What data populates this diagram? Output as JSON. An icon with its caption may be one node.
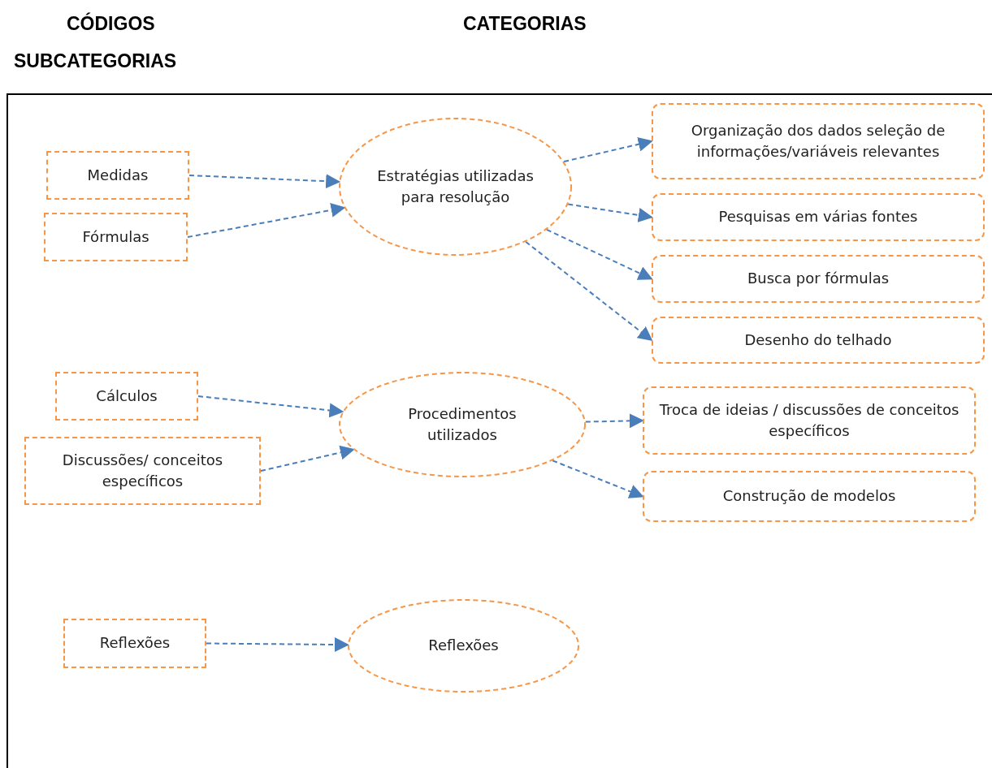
{
  "diagram": {
    "nodes": [
      {
        "text": [
          "Medidas"
        ]
      },
      {
        "text": [
          "Fórmulas"
        ]
      },
      {
        "text": [
          "Estratégias utilizadas para resolução"
        ]
      },
      {
        "text": [
          "Organização dos dados seleção de informações/variáveis relevantes"
        ]
      },
      {
        "text": [
          "Pesquisas em várias fontes"
        ]
      },
      {
        "text": [
          "Busca por fórmulas"
        ]
      },
      {
        "text": [
          "Desenho do telhado"
        ]
      },
      {
        "text": [
          "Cálculos"
        ]
      },
      {
        "text": [
          "Discussões/ conceitos específicos"
        ]
      },
      {
        "text": [
          "Procedimentos utilizados"
        ]
      },
      {
        "text": [
          "Troca de ideias / discussões de conceitos específicos"
        ]
      },
      {
        "text": [
          "Construção de modelos"
        ]
      },
      {
        "text": [
          "Reflexões"
        ]
      },
      {
        "text": [
          "Reflexões"
        ]
      }
    ],
    "edges": [
      {
        "from": 0,
        "to": 2,
        "arrow": "to",
        "style": "dashed"
      },
      {
        "from": 1,
        "to": 2,
        "arrow": "to",
        "style": "dashed"
      },
      {
        "from": 2,
        "to": 3,
        "arrow": "to",
        "style": "dashed"
      },
      {
        "from": 2,
        "to": 4,
        "arrow": "to",
        "style": "dashed"
      },
      {
        "from": 2,
        "to": 5,
        "arrow": "to",
        "style": "dashed"
      },
      {
        "from": 2,
        "to": 6,
        "arrow": "to",
        "style": "dashed"
      },
      {
        "from": 7,
        "to": 9,
        "arrow": "to",
        "style": "dashed"
      },
      {
        "from": 8,
        "to": 9,
        "arrow": "to",
        "style": "dashed"
      },
      {
        "from": 9,
        "to": 10,
        "arrow": "to",
        "style": "dashed"
      },
      {
        "from": 9,
        "to": 11,
        "arrow": "to",
        "style": "dashed"
      },
      {
        "from": 12,
        "to": 13,
        "arrow": "to",
        "style": "dashed"
      }
    ],
    "labels": [
      "CÓDIGOS",
      "CATEGORIAS",
      "SUBCATEGORIAS"
    ]
  }
}
